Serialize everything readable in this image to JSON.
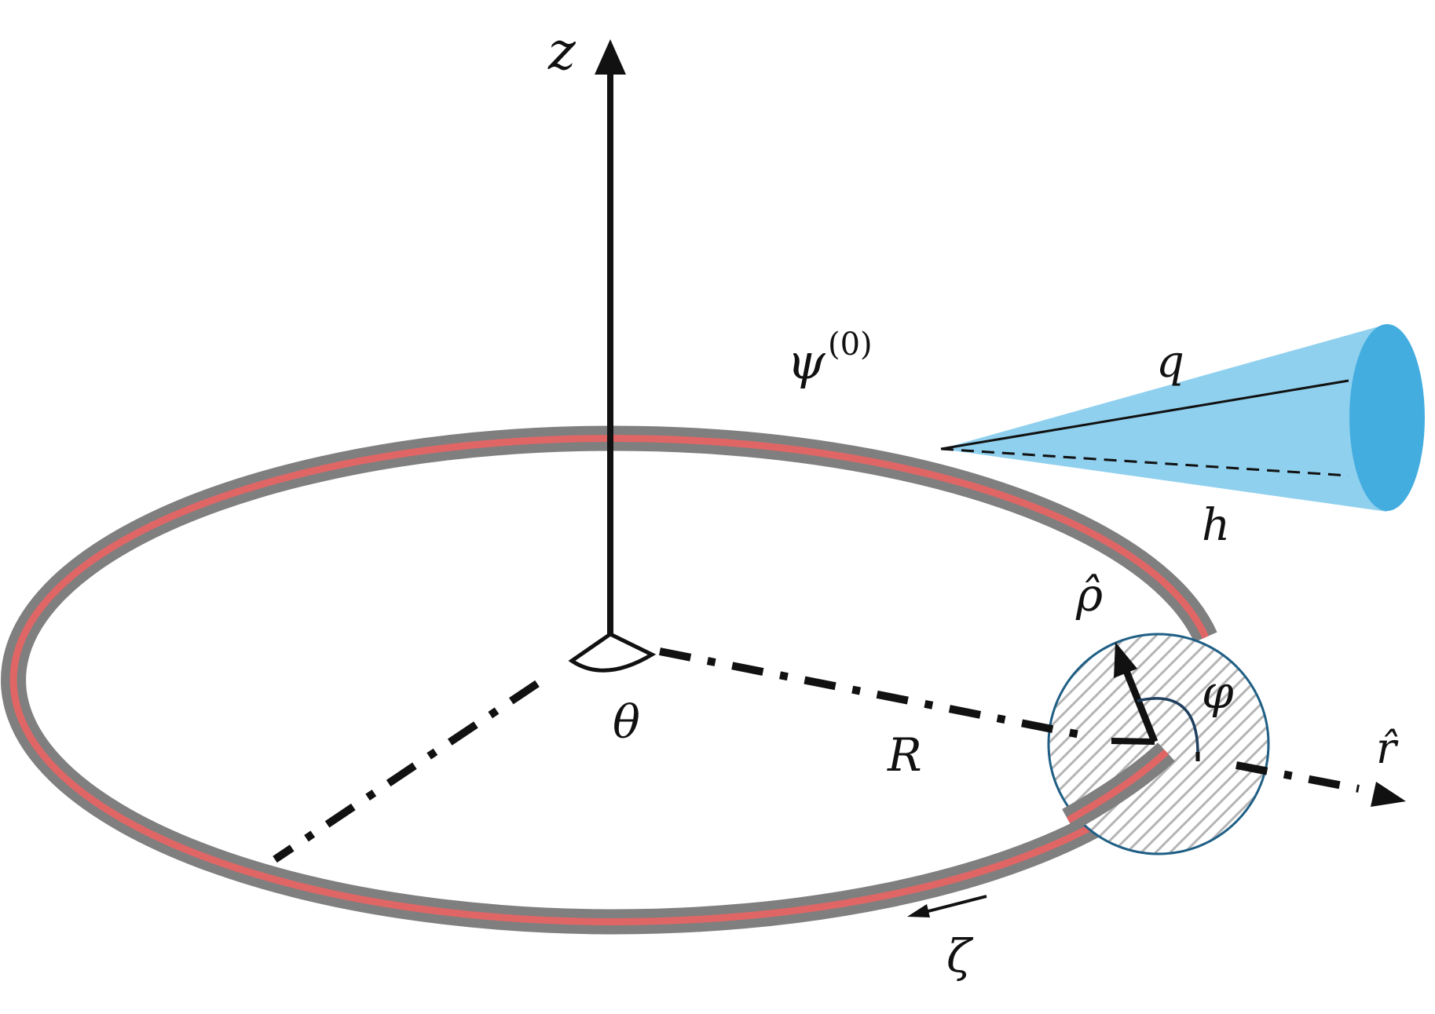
{
  "labels": {
    "z_axis": "z",
    "psi": "ψ",
    "psi_sup": "(0)",
    "q": "q",
    "h": "h",
    "rho_hat": "ρ̂",
    "phi": "φ",
    "theta": "θ",
    "R": "R",
    "r_hat": "r̂",
    "zeta": "ζ"
  },
  "colors": {
    "ring_outer": "#7f7f7f",
    "ring_core": "#e06666",
    "cone_body": "#8fd0ee",
    "cone_base": "#44ade0",
    "cross_section_edge": "#1f5f85",
    "hatch": "#b5b5b5",
    "ink": "#111111"
  }
}
